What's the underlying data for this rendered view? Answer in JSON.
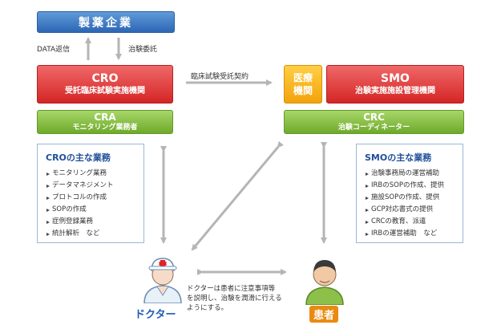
{
  "pharma": {
    "label": "製薬企業"
  },
  "arrows": {
    "data_return": "DATA返信",
    "trial_commission": "治験委託",
    "contract": "臨床試験受託契約"
  },
  "cro": {
    "title": "CRO",
    "subtitle": "受託臨床試験実施機関"
  },
  "cra": {
    "title": "CRA",
    "subtitle": "モニタリング業務者"
  },
  "medical": {
    "line1": "医療",
    "line2": "機関"
  },
  "smo": {
    "title": "SMO",
    "subtitle": "治験実施施設管理機関"
  },
  "crc": {
    "title": "CRC",
    "subtitle": "治験コーディネーター"
  },
  "cro_duties": {
    "title": "CROの主な業務",
    "items": [
      "モニタリング業務",
      "データマネジメント",
      "プロトコルの作成",
      "SOPの作成",
      "症例登録業務",
      "統計解析　など"
    ]
  },
  "smo_duties": {
    "title": "SMOの主な業務",
    "items": [
      "治験事務局の運営補助",
      "IRBのSOPの作成、提供",
      "施設SOPの作成、提供",
      "GCP対応書式の提供",
      "CRCの教育、派遣",
      "IRBの運営補助　など"
    ]
  },
  "doctor": {
    "label": "ドクター"
  },
  "patient": {
    "label": "患者"
  },
  "note": {
    "line1": "ドクターは患者に注意事項等",
    "line2": "を説明し、治験を潤滑に行える",
    "line3": "ようにする。"
  },
  "colors": {
    "blue": "#2d67b5",
    "red": "#d42626",
    "green": "#6faa2a",
    "orange": "#f3a20a",
    "arrow": "#b5b5b5"
  }
}
